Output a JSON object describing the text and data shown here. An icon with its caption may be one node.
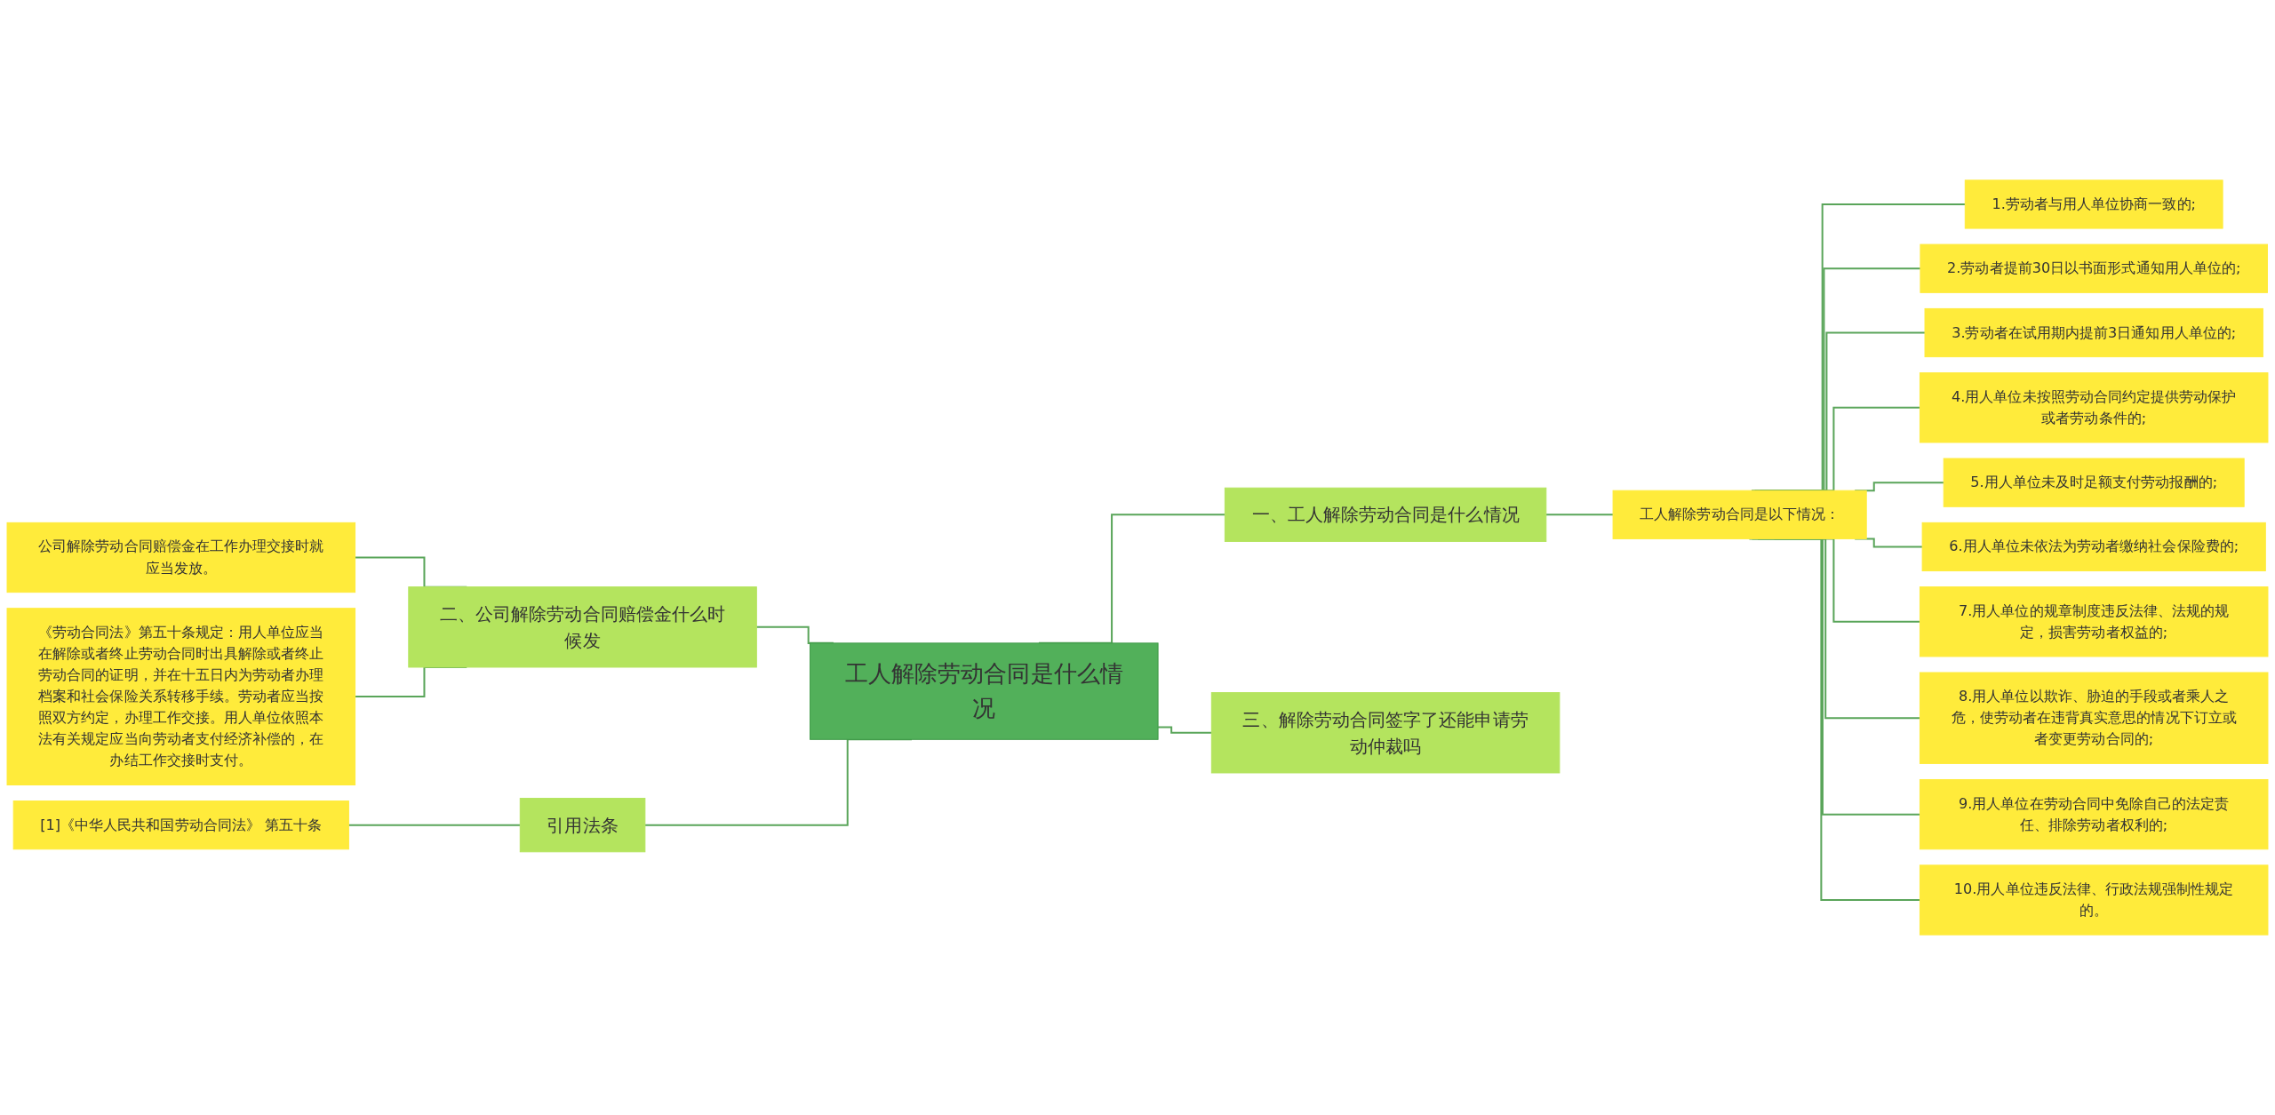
{
  "diagram": {
    "nodes": [
      {
        "text": [
          "工人解除劳动合同是什么情况"
        ]
      },
      {
        "text": [
          "二、公司解除劳动合同赔偿金什么时候发"
        ]
      },
      {
        "text": [
          "公司解除劳动合同赔偿金在工作办理交接时就应当发放。"
        ]
      },
      {
        "text": [
          "《劳动合同法》第五十条规定：用人单位应当在解除或者终止劳动合同时出具解除或者终止劳动合同的证明，并在十五日内为劳动者办理档案和社会保险关系转移手续。劳动者应当按照双方约定，办理工作交接。用人单位依照本法有关规定应当向劳动者支付经济补偿的，在办结工作交接时支付。"
        ]
      },
      {
        "text": [
          "引用法条"
        ]
      },
      {
        "text": [
          "[1]《中华人民共和国劳动合同法》 第五十条"
        ]
      },
      {
        "text": [
          "一、工人解除劳动合同是什么情况"
        ]
      },
      {
        "text": [
          "工人解除劳动合同是以下情况："
        ]
      },
      {
        "text": [
          "1.劳动者与用人单位协商一致的;"
        ]
      },
      {
        "text": [
          "2.劳动者提前30日以书面形式通知用人单位的;"
        ]
      },
      {
        "text": [
          "3.劳动者在试用期内提前3日通知用人单位的;"
        ]
      },
      {
        "text": [
          "4.用人单位未按照劳动合同约定提供劳动保护或者劳动条件的;"
        ]
      },
      {
        "text": [
          "5.用人单位未及时足额支付劳动报酬的;"
        ]
      },
      {
        "text": [
          "6.用人单位未依法为劳动者缴纳社会保险费的;"
        ]
      },
      {
        "text": [
          "7.用人单位的规章制度违反法律、法规的规定，损害劳动者权益的;"
        ]
      },
      {
        "text": [
          "8.用人单位以欺诈、胁迫的手段或者乘人之危，使劳动者在违背真实意思的情况下订立或者变更劳动合同的;"
        ]
      },
      {
        "text": [
          "9.用人单位在劳动合同中免除自己的法定责任、排除劳动者权利的;"
        ]
      },
      {
        "text": [
          "10.用人单位违反法律、行政法规强制性规定的。"
        ]
      },
      {
        "text": [
          "三、解除劳动合同签字了还能申请劳动仲裁吗"
        ]
      }
    ],
    "edges": [
      {
        "from": 2,
        "to": 1,
        "arrow": "none"
      },
      {
        "from": 3,
        "to": 1,
        "arrow": "none"
      },
      {
        "from": 1,
        "to": 0,
        "arrow": "none"
      },
      {
        "from": 5,
        "to": 4,
        "arrow": "none"
      },
      {
        "from": 4,
        "to": 0,
        "arrow": "none"
      },
      {
        "from": 0,
        "to": 6,
        "arrow": "none"
      },
      {
        "from": 6,
        "to": 7,
        "arrow": "none"
      },
      {
        "from": 7,
        "to": 8,
        "arrow": "none"
      },
      {
        "from": 7,
        "to": 9,
        "arrow": "none"
      },
      {
        "from": 7,
        "to": 10,
        "arrow": "none"
      },
      {
        "from": 7,
        "to": 11,
        "arrow": "none"
      },
      {
        "from": 7,
        "to": 12,
        "arrow": "none"
      },
      {
        "from": 7,
        "to": 13,
        "arrow": "none"
      },
      {
        "from": 7,
        "to": 14,
        "arrow": "none"
      },
      {
        "from": 7,
        "to": 15,
        "arrow": "none"
      },
      {
        "from": 7,
        "to": 16,
        "arrow": "none"
      },
      {
        "from": 7,
        "to": 17,
        "arrow": "none"
      },
      {
        "from": 0,
        "to": 18,
        "arrow": "none"
      }
    ]
  }
}
